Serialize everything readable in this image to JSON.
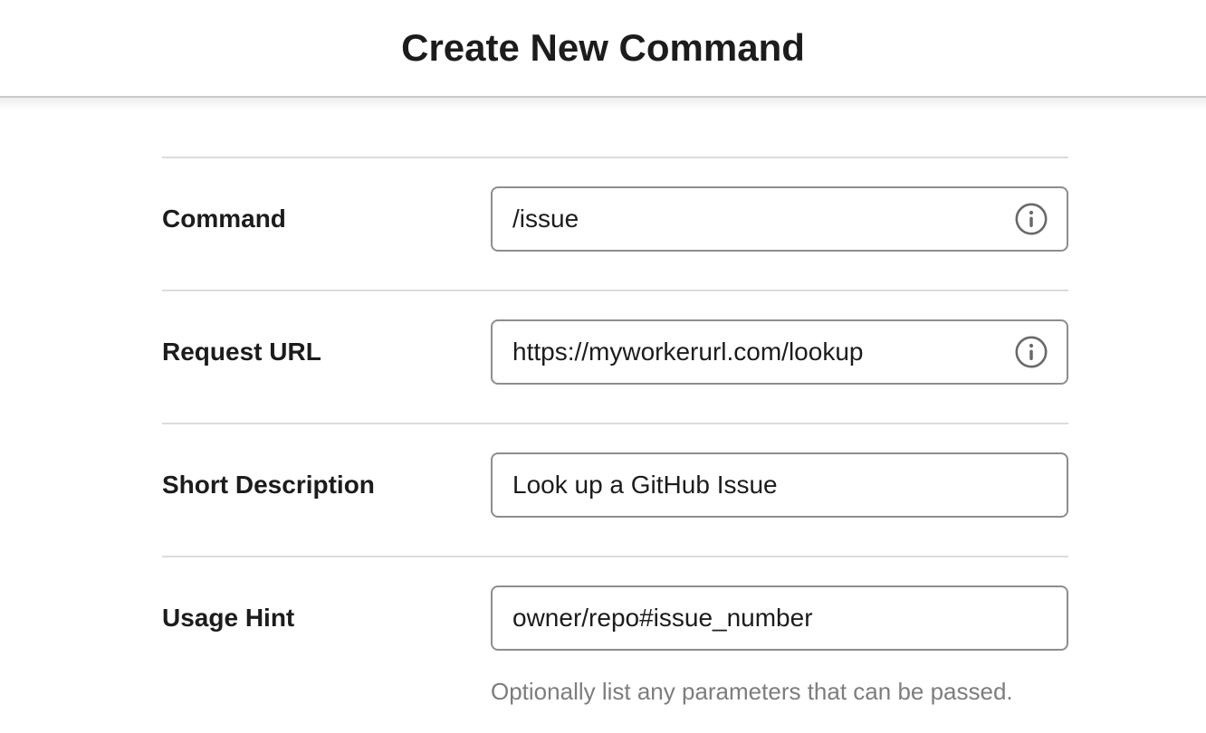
{
  "header": {
    "title": "Create New Command"
  },
  "form": {
    "fields": [
      {
        "id": "command",
        "label": "Command",
        "value": "/issue",
        "info_icon": true
      },
      {
        "id": "request-url",
        "label": "Request URL",
        "value": "https://myworkerurl.com/lookup",
        "info_icon": true
      },
      {
        "id": "short-description",
        "label": "Short Description",
        "value": "Look up a GitHub Issue",
        "info_icon": false
      },
      {
        "id": "usage-hint",
        "label": "Usage Hint",
        "value": "owner/repo#issue_number",
        "info_icon": false,
        "help": "Optionally list any parameters that can be passed."
      }
    ]
  },
  "icons": {
    "info": "info-icon"
  },
  "colors": {
    "text": "#1d1c1d",
    "input_border": "#8d8d8d",
    "separator": "#dcdcdc",
    "header_border": "#d9d9d9",
    "help_text": "#7d7d7d",
    "info_icon": "#696969"
  }
}
